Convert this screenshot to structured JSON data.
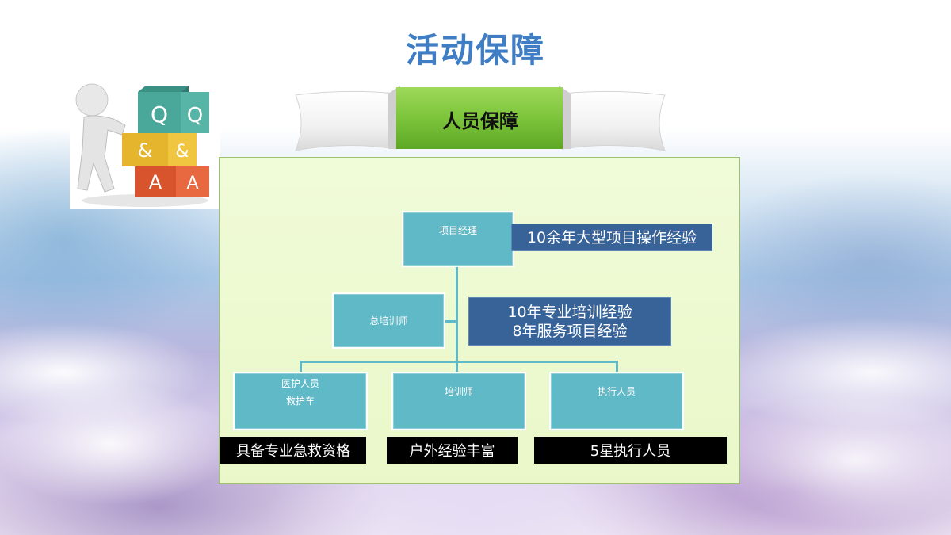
{
  "title": "活动保障",
  "qa_icon": {
    "letters": [
      "Q",
      "Q",
      "&",
      "&",
      "A",
      "A"
    ],
    "colors": {
      "q": "#4aa89a",
      "amp": "#e6b52e",
      "a": "#d8542d"
    }
  },
  "banner": {
    "label": "人员保障",
    "color": "#7cc43a"
  },
  "org": {
    "manager": {
      "label": "项目经理",
      "note": "10余年大型项目操作经验"
    },
    "chief_trainer": {
      "label": "总培训师",
      "note_lines": [
        "10年专业培训经验",
        "8年服务项目经验"
      ]
    },
    "units": [
      {
        "lines": [
          "医护人员",
          "救护车"
        ],
        "tag": "具备专业急救资格"
      },
      {
        "lines": [
          "培训师"
        ],
        "tag": "户外经验丰富"
      },
      {
        "lines": [
          "执行人员"
        ],
        "tag": "5星执行人员"
      }
    ]
  },
  "colors": {
    "node": "#5fb9c7",
    "note": "#386399",
    "title": "#3f7ec4"
  }
}
